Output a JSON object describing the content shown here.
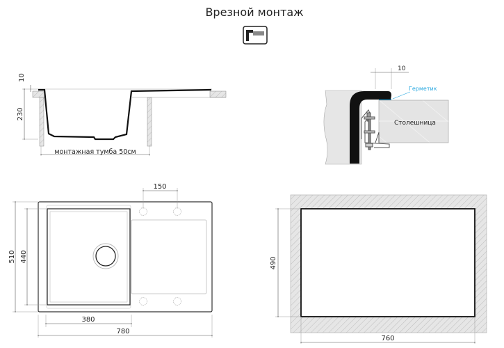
{
  "title": "Врезной монтаж",
  "icon": "flush-mount-icon",
  "section_view": {
    "dim_rim": "10",
    "dim_depth": "230",
    "cabinet_label": "монтажная тумба 50см"
  },
  "detail_view": {
    "dim_overlap": "10",
    "sealant_label": "Герметик",
    "countertop_label": "Столешница",
    "sealant_color": "#29a8e0"
  },
  "plan_view": {
    "dim_tap_spacing": "150",
    "dim_width_total": "510",
    "dim_bowl_depth": "440",
    "dim_bowl_width": "380",
    "dim_length_total": "780"
  },
  "cutout_view": {
    "dim_height": "490",
    "dim_width": "760"
  }
}
